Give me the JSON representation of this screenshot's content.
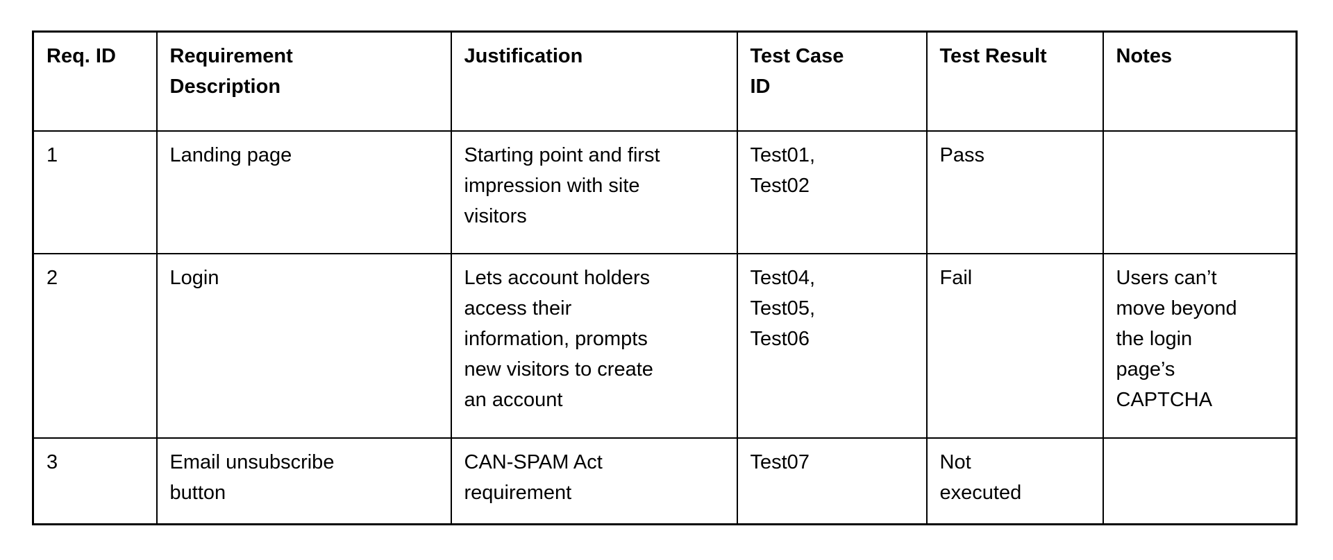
{
  "table": {
    "headers": [
      "Req. ID",
      "Requirement\nDescription",
      "Justification",
      "Test Case\nID",
      "Test Result",
      "Notes"
    ],
    "rows": [
      {
        "req_id": "1",
        "description": "Landing page",
        "justification": "Starting point and first\nimpression with site\nvisitors",
        "test_case_id": "Test01,\nTest02",
        "test_result": "Pass",
        "notes": ""
      },
      {
        "req_id": "2",
        "description": "Login",
        "justification": "Lets account holders\naccess their\ninformation, prompts\nnew visitors to create\nan account",
        "test_case_id": "Test04,\nTest05,\nTest06",
        "test_result": "Fail",
        "notes": "Users can’t\nmove beyond\nthe login\npage’s\nCAPTCHA"
      },
      {
        "req_id": "3",
        "description": "Email unsubscribe\nbutton",
        "justification": "CAN-SPAM Act\nrequirement",
        "test_case_id": "Test07",
        "test_result": "Not\nexecuted",
        "notes": ""
      }
    ],
    "colors": {
      "border": "#000000",
      "text": "#000000",
      "background": "#ffffff"
    }
  }
}
